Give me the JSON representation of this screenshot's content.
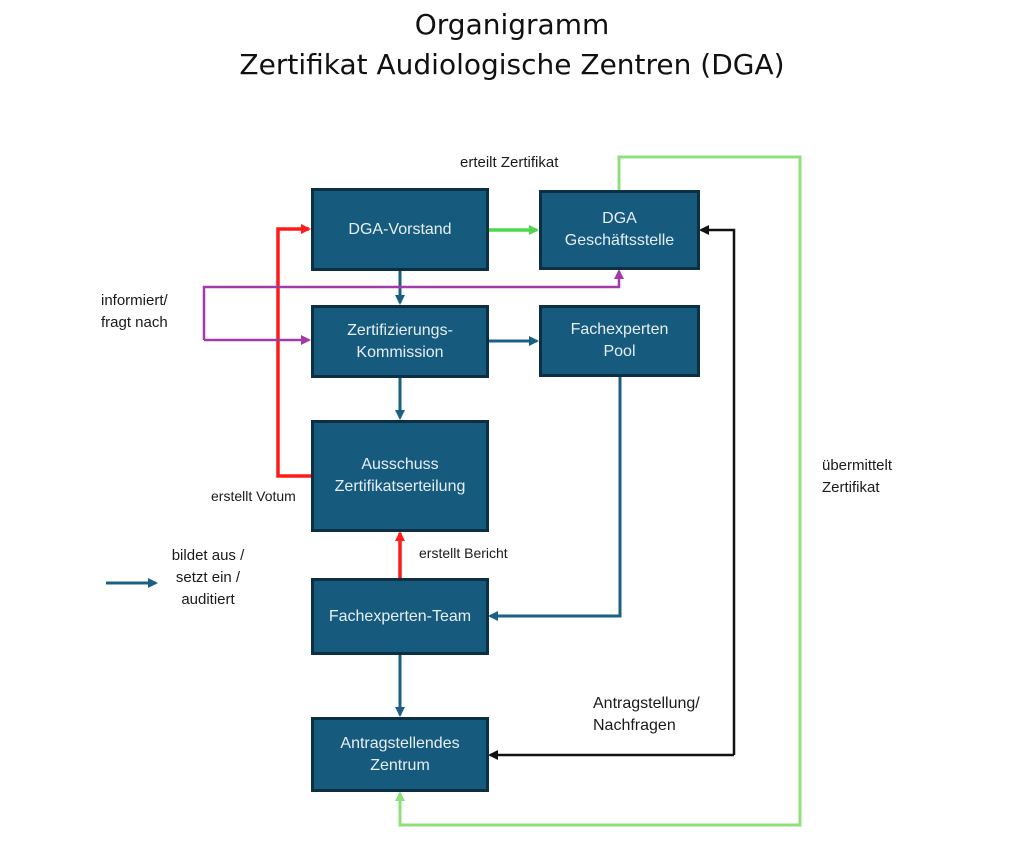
{
  "title": {
    "line1": "Organigramm",
    "line2": "Zertifikat Audiologische Zentren (DGA)"
  },
  "boxes": {
    "vorstand": {
      "label": "DGA-Vorstand"
    },
    "geschaeftsstelle": {
      "line1": "DGA",
      "line2": "Geschäftsstelle"
    },
    "kommission": {
      "line1": "Zertifizierungs-",
      "line2": "Kommission"
    },
    "pool": {
      "line1": "Fachexperten",
      "line2": "Pool"
    },
    "ausschuss": {
      "line1": "Ausschuss",
      "line2": "Zertifikatserteilung"
    },
    "team": {
      "label": "Fachexperten-Team"
    },
    "zentrum": {
      "line1": "Antragstellendes",
      "line2": "Zentrum"
    }
  },
  "labels": {
    "erteilt_zertifikat": "erteilt Zertifikat",
    "informiert_line1": "informiert/",
    "informiert_line2": "fragt nach",
    "erstellt_votum": "erstellt Votum",
    "erstellt_bericht": "erstellt Bericht",
    "uebermittelt_line1": "übermittelt",
    "uebermittelt_line2": "Zertifikat",
    "antrag_line1": "Antragstellung/",
    "antrag_line2": "Nachfragen"
  },
  "legend": {
    "line1": "bildet aus /",
    "line2": "setzt ein /",
    "line3": "auditiert"
  },
  "colors": {
    "box_fill": "#165b7e",
    "box_border": "#0c2f44",
    "arrow_blue": "#1a5f84",
    "arrow_red": "#ff1a1a",
    "arrow_green": "#4fd64f",
    "arrow_lightgreen": "#8fe07a",
    "arrow_purple": "#a23aa8",
    "arrow_black": "#111111"
  }
}
